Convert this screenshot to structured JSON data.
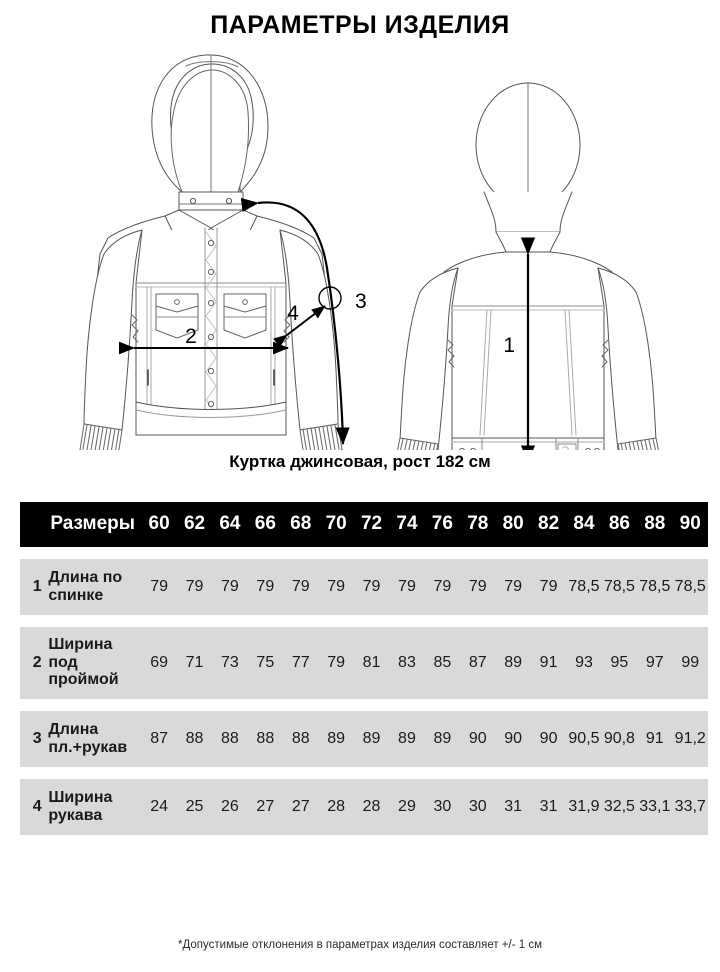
{
  "title": "ПАРАМЕТРЫ ИЗДЕЛИЯ",
  "subtitle": "Куртка джинсовая, рост 182 см",
  "footnote": "*Допустимые отклонения в параметрах изделия составляет +/- 1 см",
  "illustration": {
    "front_view_name": "jacket-front-view",
    "back_view_name": "jacket-back-view",
    "dimension_markers": {
      "back_length": "1",
      "chest_width": "2",
      "shoulder_sleeve_length": "3",
      "sleeve_width": "4"
    }
  },
  "colors": {
    "header_background": "#000000",
    "header_text": "#ffffff",
    "row_background": "#d9d9d9",
    "page_background": "#ffffff",
    "line": "#000000"
  },
  "chart_data": {
    "type": "table",
    "title": "Куртка джинсовая, рост 182 см",
    "header_label": "Размеры",
    "categories": [
      "60",
      "62",
      "64",
      "66",
      "68",
      "70",
      "72",
      "74",
      "76",
      "78",
      "80",
      "82",
      "84",
      "86",
      "88",
      "90"
    ],
    "series": [
      {
        "index": "1",
        "name": "Длина по спинке",
        "values": [
          "79",
          "79",
          "79",
          "79",
          "79",
          "79",
          "79",
          "79",
          "79",
          "79",
          "79",
          "79",
          "78,5",
          "78,5",
          "78,5",
          "78,5"
        ]
      },
      {
        "index": "2",
        "name": "Ширина под проймой",
        "values": [
          "69",
          "71",
          "73",
          "75",
          "77",
          "79",
          "81",
          "83",
          "85",
          "87",
          "89",
          "91",
          "93",
          "95",
          "97",
          "99"
        ]
      },
      {
        "index": "3",
        "name": "Длина пл.+рукав",
        "values": [
          "87",
          "88",
          "88",
          "88",
          "88",
          "89",
          "89",
          "89",
          "89",
          "90",
          "90",
          "90",
          "90,5",
          "90,8",
          "91",
          "91,2"
        ]
      },
      {
        "index": "4",
        "name": "Ширина рукава",
        "values": [
          "24",
          "25",
          "26",
          "27",
          "27",
          "28",
          "28",
          "29",
          "30",
          "30",
          "31",
          "31",
          "31,9",
          "32,5",
          "33,1",
          "33,7"
        ]
      }
    ],
    "xlabel": "Размеры",
    "ylabel": "",
    "units": "см"
  }
}
